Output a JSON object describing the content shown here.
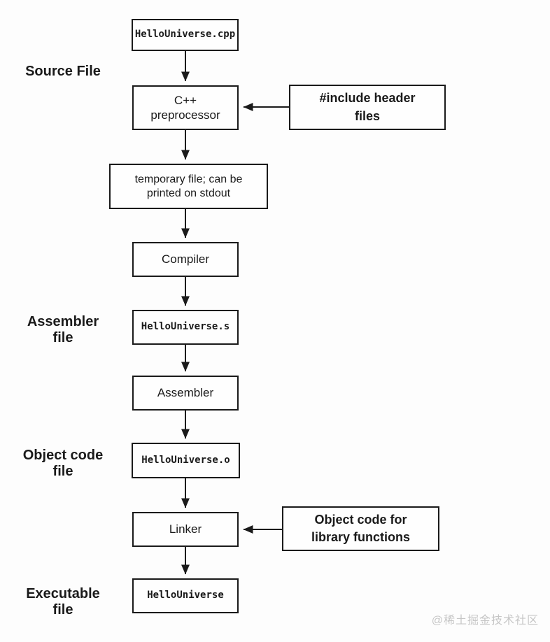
{
  "diagram": {
    "stage_labels": [
      {
        "id": "source-file",
        "label": "Source File"
      },
      {
        "id": "assembler-file",
        "label": "Assembler\nfile"
      },
      {
        "id": "object-code-file",
        "label": "Object code\nfile"
      },
      {
        "id": "executable-file",
        "label": "Executable\nfile"
      }
    ],
    "nodes": [
      {
        "id": "source-cpp",
        "label": "HelloUniverse.cpp"
      },
      {
        "id": "preprocessor",
        "label": "C++\npreprocessor"
      },
      {
        "id": "temp-file",
        "label": "temporary file; can be\nprinted on stdout"
      },
      {
        "id": "compiler",
        "label": "Compiler"
      },
      {
        "id": "asm-file",
        "label": "HelloUniverse.s"
      },
      {
        "id": "assembler",
        "label": "Assembler"
      },
      {
        "id": "obj-file",
        "label": "HelloUniverse.o"
      },
      {
        "id": "linker",
        "label": "Linker"
      },
      {
        "id": "executable",
        "label": "HelloUniverse"
      }
    ],
    "side_nodes": [
      {
        "id": "include-headers",
        "label": "#include header\nfiles"
      },
      {
        "id": "library-objects",
        "label": "Object code for\nlibrary functions"
      }
    ],
    "colors": {
      "line": "#1a1a1a",
      "text": "#1a1a1a",
      "background": "#fdfdfd",
      "watermark": "#c6c6c6"
    },
    "watermark": "@稀土掘金技术社区"
  }
}
